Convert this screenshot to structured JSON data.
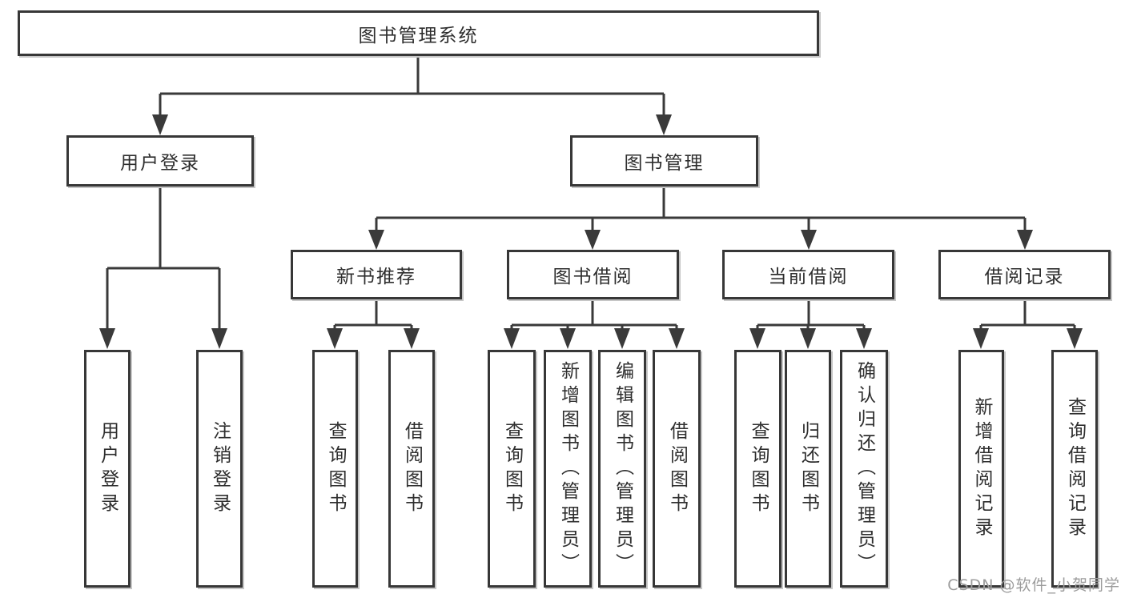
{
  "diagram_title": "图书管理系统",
  "nodes": {
    "root": {
      "label": "图书管理系统"
    },
    "user_login": {
      "label": "用户登录",
      "children": {
        "login": "用户登录",
        "logout": "注销登录"
      }
    },
    "book_management": {
      "label": "图书管理",
      "children": {
        "new_book_recommend": {
          "label": "新书推荐",
          "children": {
            "query_books": "查询图书",
            "borrow_books": "借阅图书"
          }
        },
        "book_borrowing": {
          "label": "图书借阅",
          "children": {
            "query_books": "查询图书",
            "add_books": "新增图书（管理员）",
            "edit_books": "编辑图书（管理员）",
            "borrow_books": "借阅图书"
          }
        },
        "current_borrowing": {
          "label": "当前借阅",
          "children": {
            "query_books": "查询图书",
            "return_books": "归还图书",
            "confirm_return": "确认归还（管理员）"
          }
        },
        "borrowing_records": {
          "label": "借阅记录",
          "children": {
            "add_record": "新增借阅记录",
            "query_record": "查询借阅记录"
          }
        }
      }
    }
  },
  "watermark": "CSDN @软件_小贺同学",
  "colors": {
    "line": "#3a3a3a",
    "box_border": "#373737",
    "box_fill": "#ffffff",
    "text": "#2e2e2e",
    "watermark": "#9c9c9c",
    "background": "#ffffff"
  }
}
